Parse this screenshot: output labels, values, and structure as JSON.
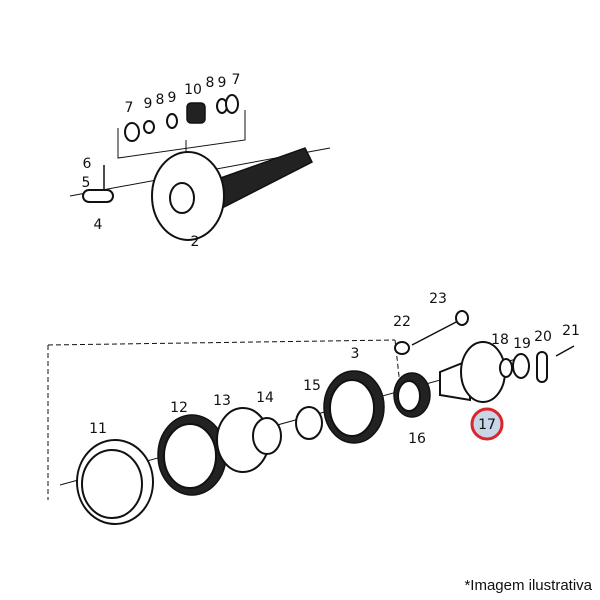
{
  "diagram": {
    "upper_labels": [
      "7",
      "9",
      "8",
      "9",
      "10",
      "8",
      "9",
      "7",
      "6",
      "5",
      "4",
      "2"
    ],
    "lower_labels": [
      "22",
      "23",
      "3",
      "18",
      "19",
      "20",
      "21",
      "11",
      "12",
      "13",
      "14",
      "15",
      "16"
    ],
    "highlighted_label": "17",
    "highlight_colors": {
      "ring": "#d9262b",
      "fill": "#c9d5e8"
    }
  },
  "caption": "*Imagem ilustrativa"
}
